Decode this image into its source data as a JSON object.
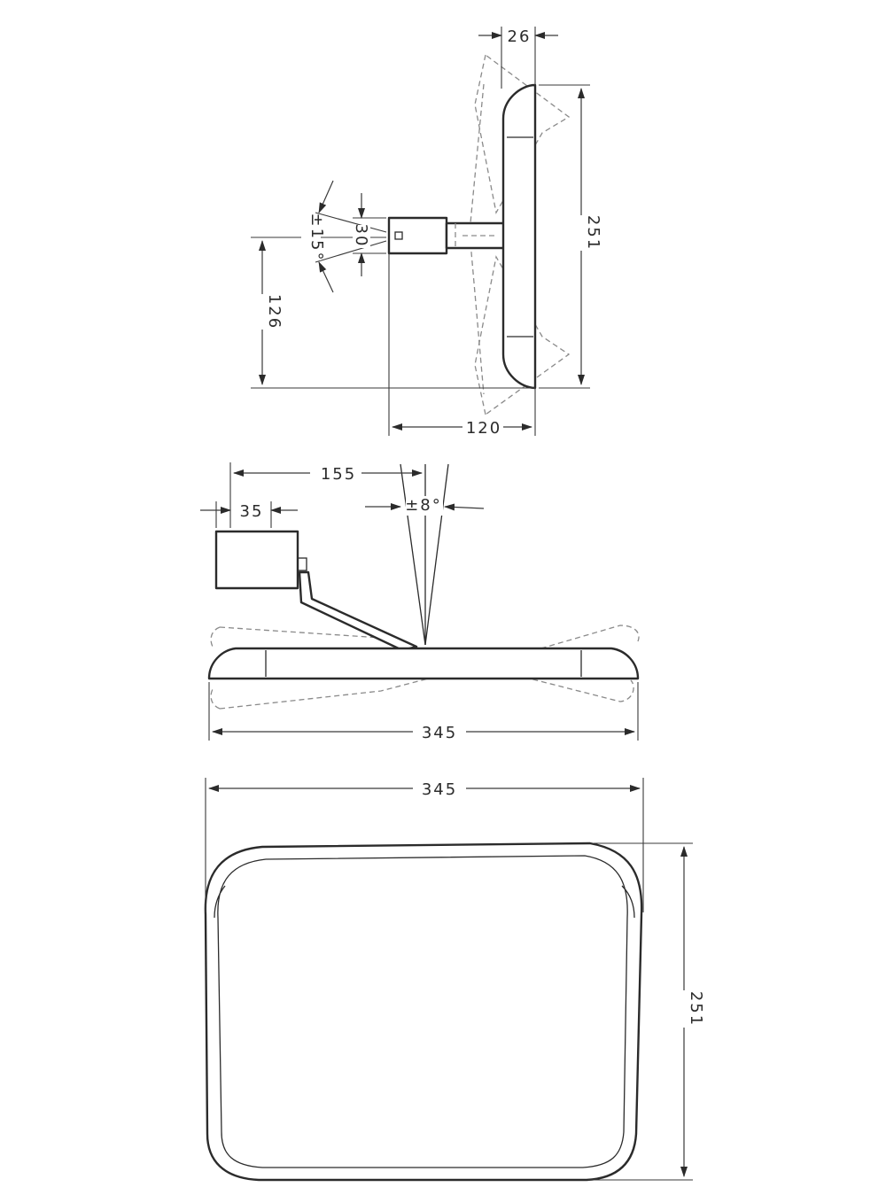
{
  "side_view": {
    "mirror_thickness": "26",
    "mirror_height": "251",
    "bracket_height": "30",
    "tilt_angle": "±15°",
    "center_height": "126",
    "depth": "120"
  },
  "top_view": {
    "arm_length": "155",
    "bracket_width": "35",
    "swivel_angle": "±8°",
    "mirror_width": "345"
  },
  "front_view": {
    "mirror_width": "345",
    "mirror_height": "251"
  }
}
